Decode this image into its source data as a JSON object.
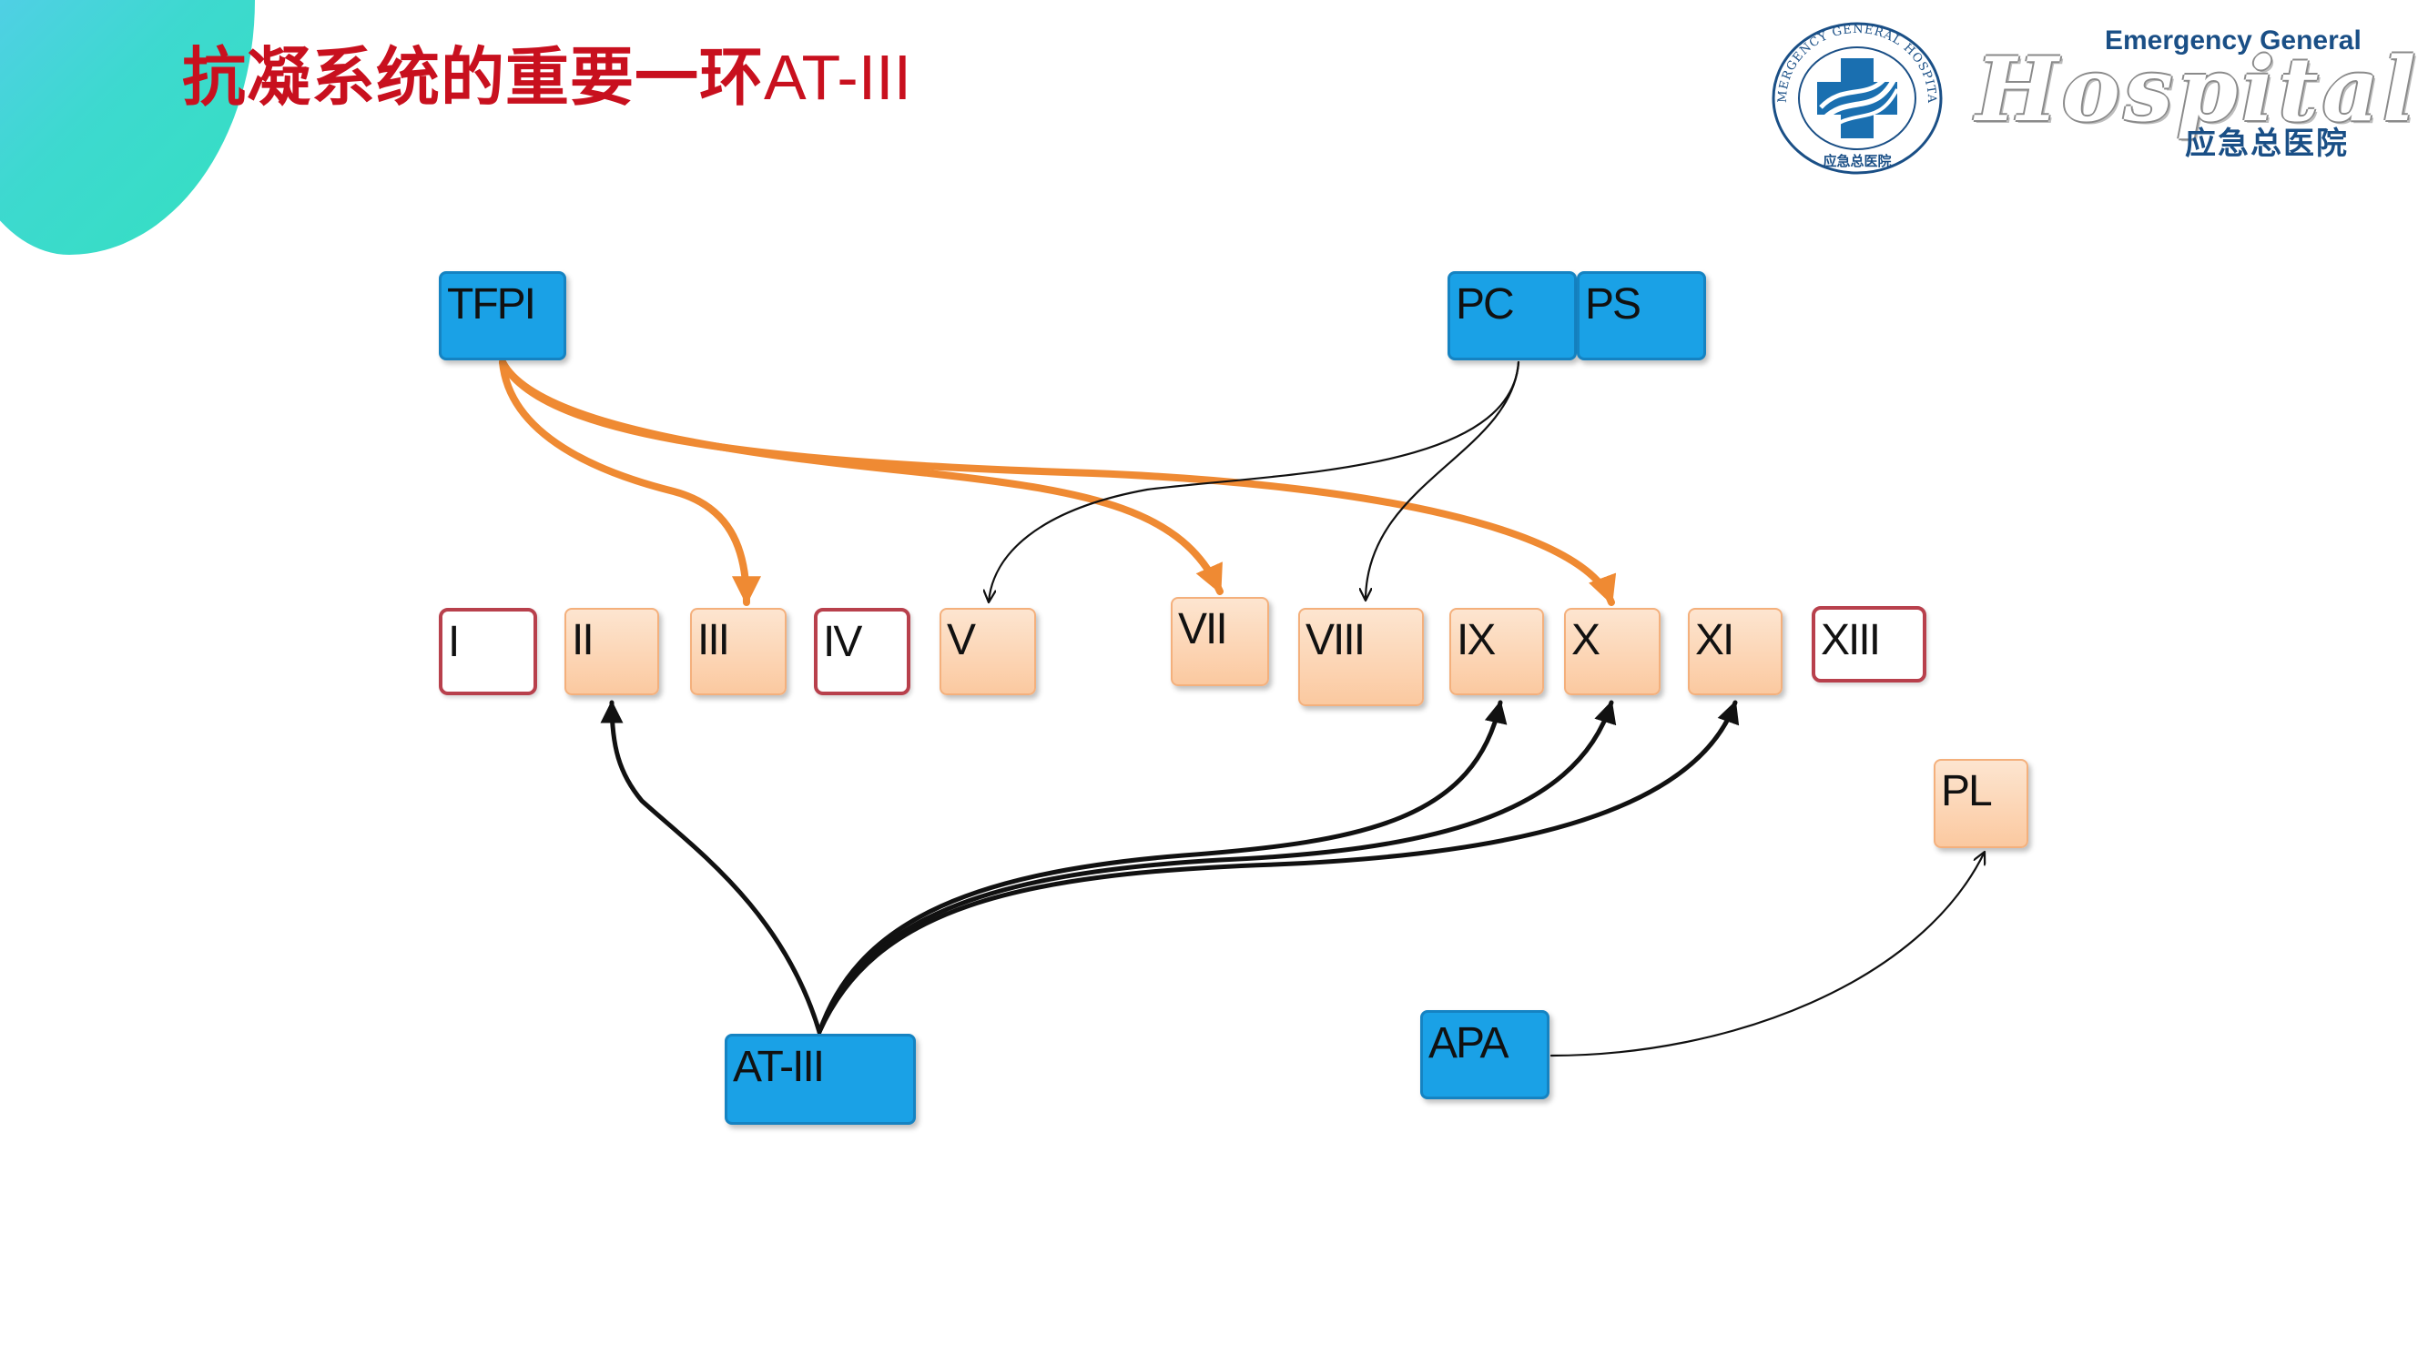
{
  "header": {
    "title_cn": "抗凝系统的重要一环",
    "title_latin": "AT-III"
  },
  "logo": {
    "english_top": "Emergency General",
    "english_script": "Hospital",
    "chinese": "应急总医院",
    "emblem_ring_text": "EMERGENCY GENERAL HOSPITAL",
    "emblem_bottom_text": "应急总医院"
  },
  "colors": {
    "title": "#c8101e",
    "inhibitor_box": "#1aa1e6",
    "factor_box": "#fbc9a0",
    "inactive_box_border": "#b8404c",
    "tfpi_arrow": "#ef8a33",
    "black_arrow": "#111111",
    "logo_blue": "#1a4f86",
    "corner_gradient": [
      "#5ec8f5",
      "#34e0c0"
    ]
  },
  "diagram": {
    "inhibitors": [
      {
        "id": "TFPI",
        "label": "TFPI"
      },
      {
        "id": "PC",
        "label": "PC"
      },
      {
        "id": "PS",
        "label": "PS"
      },
      {
        "id": "AT-III",
        "label": "AT-III"
      },
      {
        "id": "APA",
        "label": "APA"
      }
    ],
    "factors": [
      {
        "id": "I",
        "label": "I",
        "style": "outline"
      },
      {
        "id": "II",
        "label": "II",
        "style": "filled"
      },
      {
        "id": "III",
        "label": "III",
        "style": "filled"
      },
      {
        "id": "IV",
        "label": "IV",
        "style": "outline"
      },
      {
        "id": "V",
        "label": "V",
        "style": "filled"
      },
      {
        "id": "VII",
        "label": "VII",
        "style": "filled"
      },
      {
        "id": "VIII",
        "label": "VIII",
        "style": "filled"
      },
      {
        "id": "IX",
        "label": "IX",
        "style": "filled"
      },
      {
        "id": "X",
        "label": "X",
        "style": "filled"
      },
      {
        "id": "XI",
        "label": "XI",
        "style": "filled"
      },
      {
        "id": "XIII",
        "label": "XIII",
        "style": "outline"
      },
      {
        "id": "PL",
        "label": "PL",
        "style": "filled"
      }
    ],
    "edges": [
      {
        "from": "TFPI",
        "to": "III",
        "color": "tfpi_arrow"
      },
      {
        "from": "TFPI",
        "to": "VII",
        "color": "tfpi_arrow"
      },
      {
        "from": "TFPI",
        "to": "X",
        "color": "tfpi_arrow"
      },
      {
        "from": "PC",
        "to": "V",
        "color": "black_arrow"
      },
      {
        "from": "PC",
        "to": "VIII",
        "color": "black_arrow"
      },
      {
        "from": "AT-III",
        "to": "II",
        "color": "black_arrow"
      },
      {
        "from": "AT-III",
        "to": "IX",
        "color": "black_arrow"
      },
      {
        "from": "AT-III",
        "to": "X",
        "color": "black_arrow"
      },
      {
        "from": "AT-III",
        "to": "XI",
        "color": "black_arrow"
      },
      {
        "from": "APA",
        "to": "PL",
        "color": "black_arrow"
      }
    ]
  }
}
